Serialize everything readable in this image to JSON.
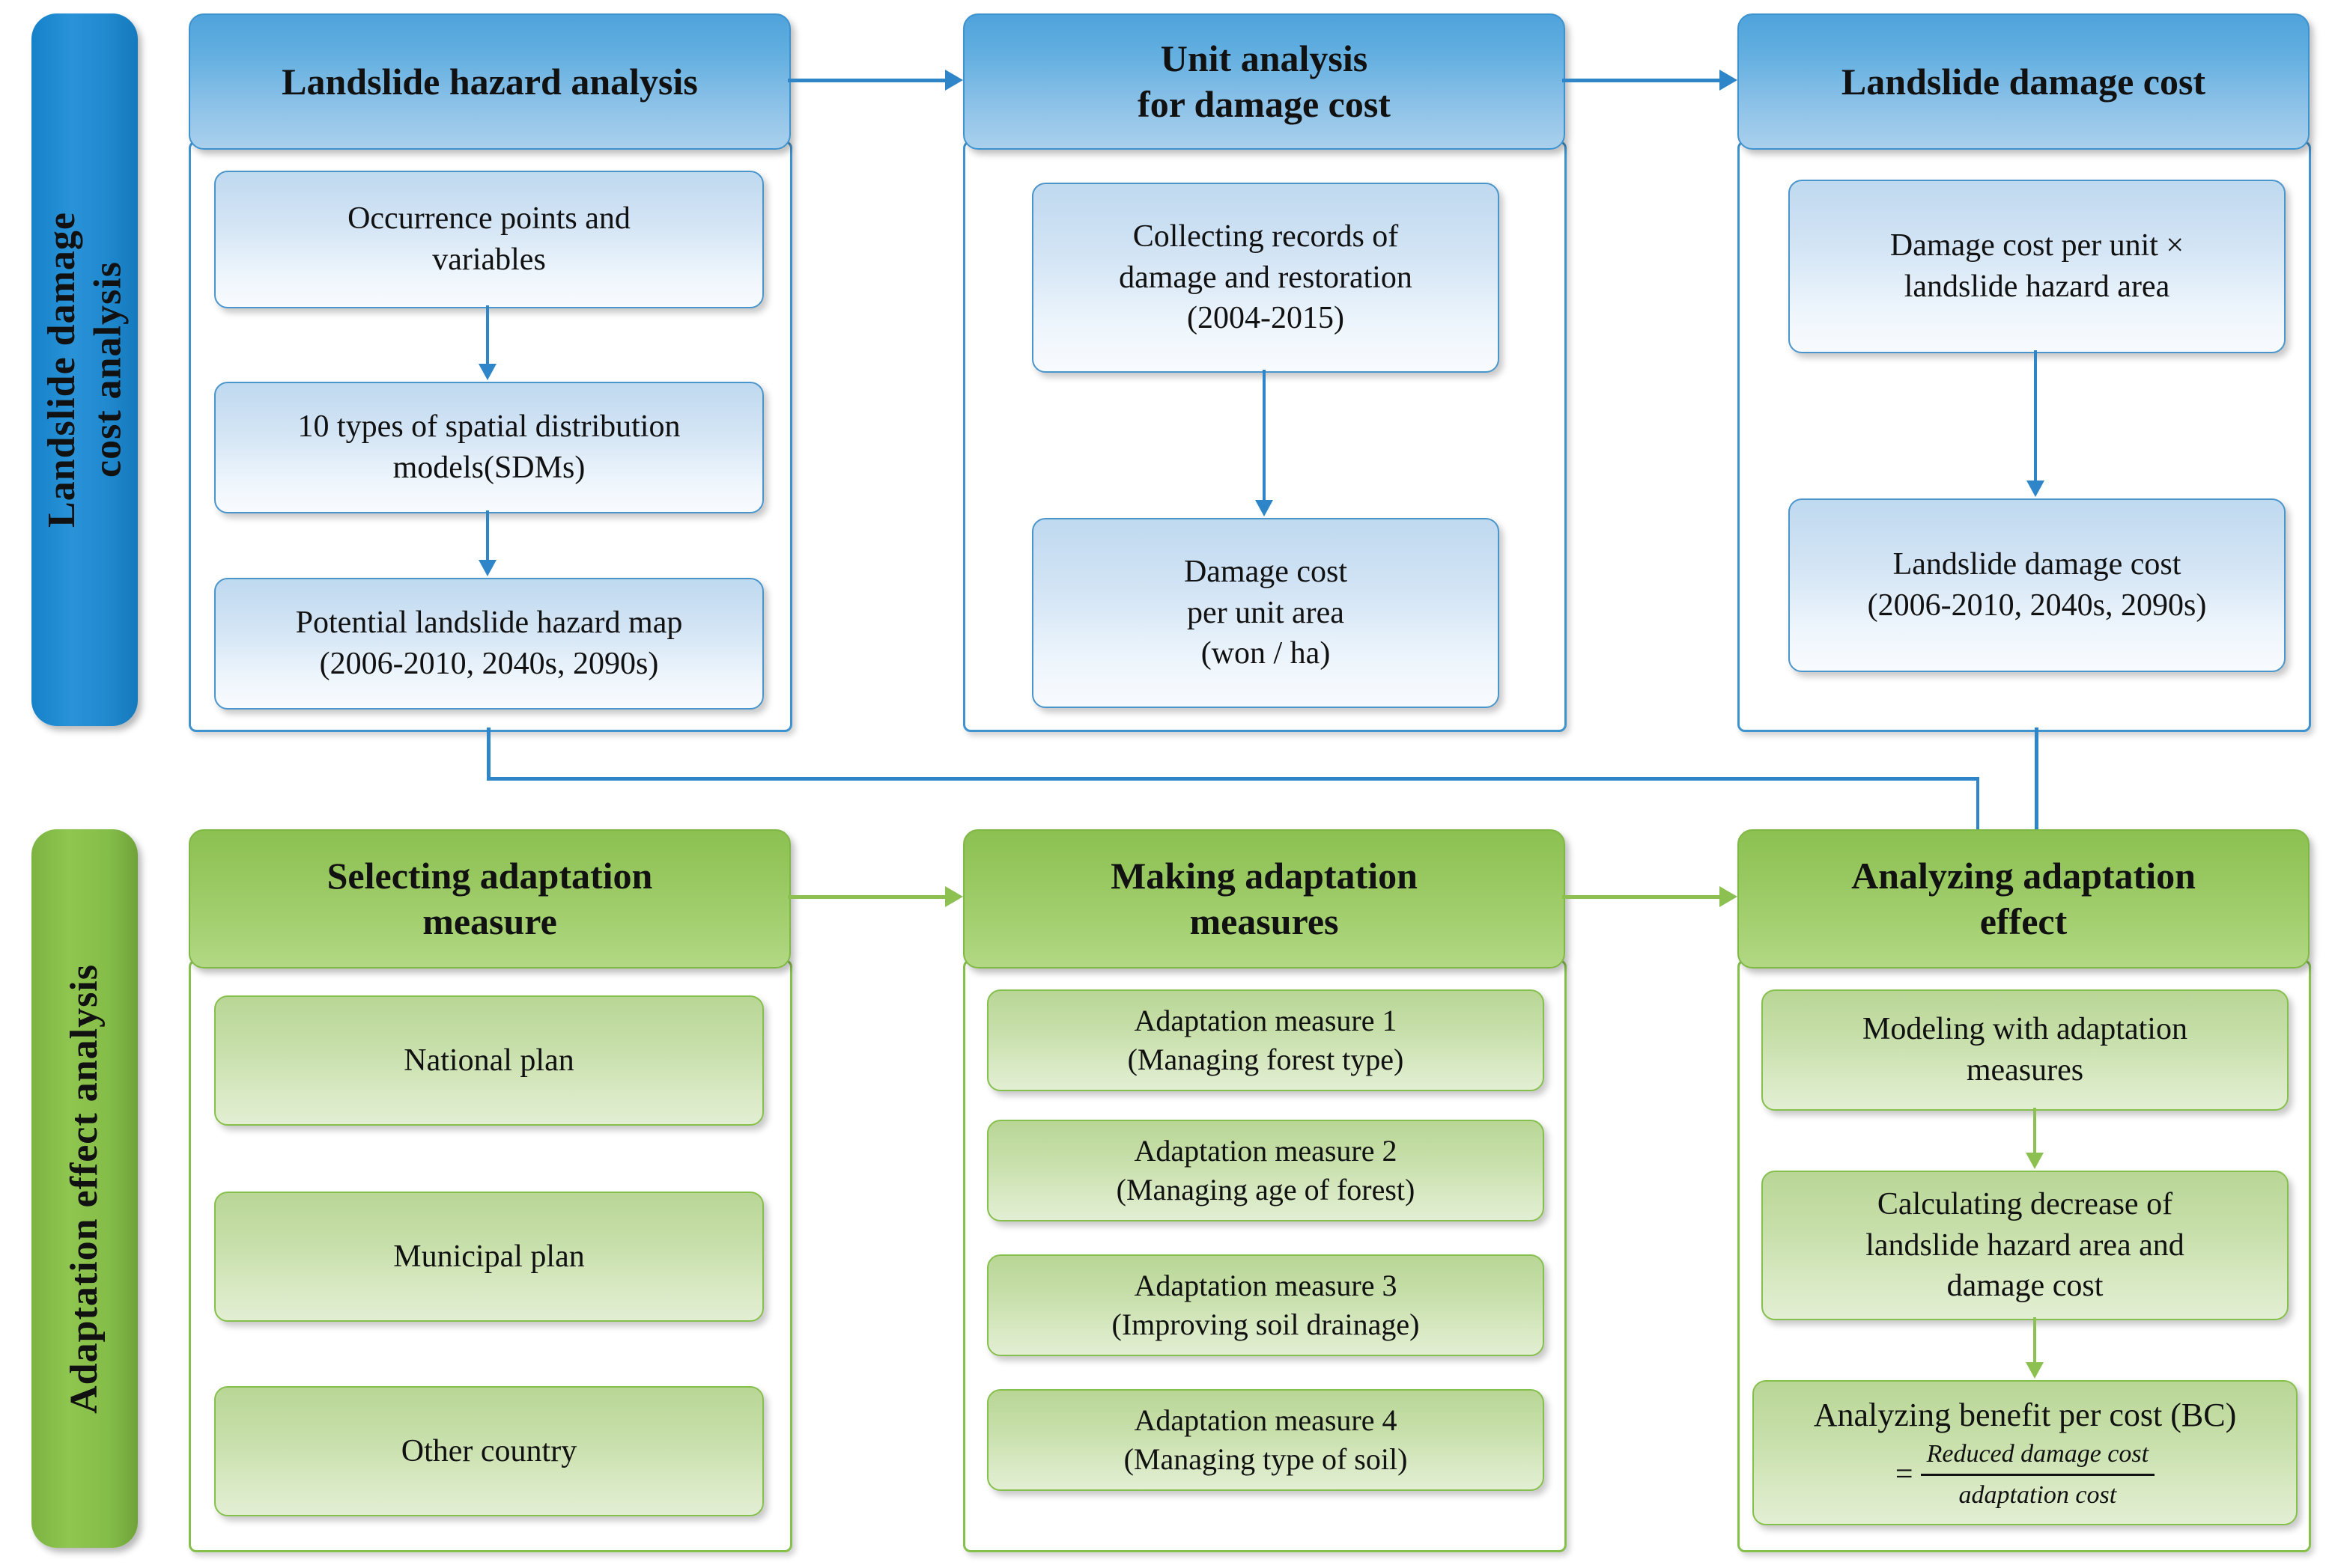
{
  "diagram": {
    "title": "Landslide damage cost and adaptation effect analysis flowchart",
    "colors": {
      "blue_header": "#4FA3DB",
      "blue_border": "#3E92CE",
      "blue_sidebar": "#2189CE",
      "blue_connector": "#2E86C8",
      "green_header": "#8CC152",
      "green_border": "#86C04C",
      "green_sidebar": "#85BD49",
      "green_connector": "#8CC152"
    }
  },
  "sections": {
    "top": {
      "sidebar_label": "Landslide damage\ncost analysis",
      "columns": [
        {
          "header": "Landslide hazard  analysis",
          "items": [
            "Occurrence points and\nvariables",
            "10 types of spatial distribution\nmodels(SDMs)",
            "Potential landslide hazard map\n(2006-2010,  2040s, 2090s)"
          ]
        },
        {
          "header": "Unit analysis\nfor damage cost",
          "items": [
            "Collecting records of\ndamage and restoration\n(2004-2015)",
            "Damage cost\nper unit area\n(won / ha)"
          ]
        },
        {
          "header": "Landslide damage cost",
          "items": [
            "Damage cost per unit ×\nlandslide hazard area",
            "Landslide damage cost\n(2006-2010,  2040s, 2090s)"
          ]
        }
      ]
    },
    "bottom": {
      "sidebar_label": "Adaptation effect analysis",
      "columns": [
        {
          "header": "Selecting adaptation\nmeasure",
          "items": [
            "National plan",
            "Municipal plan",
            "Other country"
          ]
        },
        {
          "header": "Making adaptation\nmeasures",
          "items": [
            "Adaptation measure 1\n(Managing forest type)",
            "Adaptation measure 2\n(Managing age of forest)",
            "Adaptation measure 3\n(Improving soil drainage)",
            "Adaptation measure 4\n(Managing type of soil)"
          ]
        },
        {
          "header": "Analyzing adaptation\neffect",
          "items": [
            "Modeling with adaptation\nmeasures",
            "Calculating decrease of\nlandslide hazard area and\ndamage cost"
          ],
          "formula_box": {
            "title": "Analyzing benefit per cost (BC)",
            "equals": "=",
            "numerator": "Reduced damage cost",
            "denominator": "adaptation cost"
          }
        }
      ]
    }
  }
}
